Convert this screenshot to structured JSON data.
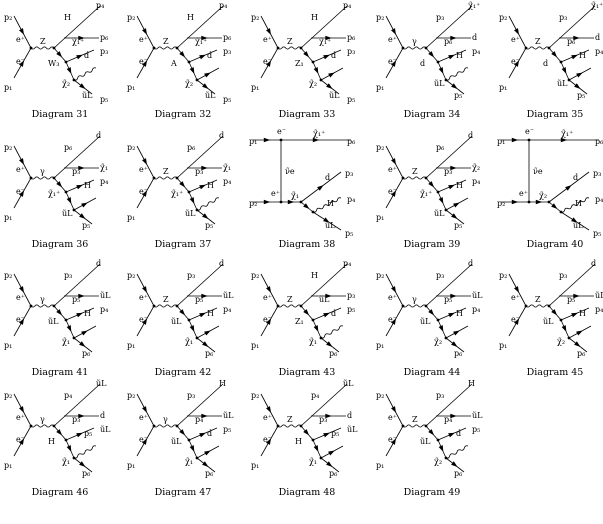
{
  "diagrams": [
    {
      "caption": "Diagram 31",
      "labels": [
        "p₂",
        "e⁺",
        "e⁻",
        "p₁",
        "Z",
        "W₃",
        "H",
        "p₄",
        "χ̃₁⁺",
        "p₆",
        "d",
        "p₃",
        "χ̃₂",
        "ũL",
        "p₅"
      ]
    },
    {
      "caption": "Diagram 32",
      "labels": [
        "p₂",
        "e⁺",
        "e⁻",
        "p₁",
        "Z",
        "A",
        "H",
        "p₄",
        "χ̃₁⁺",
        "p₆",
        "d",
        "p₃",
        "χ̃₂",
        "ũL",
        "p₅"
      ]
    },
    {
      "caption": "Diagram 33",
      "labels": [
        "p₂",
        "e⁺",
        "e⁻",
        "p₁",
        "Z",
        "Z₁",
        "H",
        "p₄",
        "χ̃₁⁺",
        "p₆",
        "d",
        "p₃",
        "χ̃₂",
        "ũL",
        "p₅"
      ]
    },
    {
      "caption": "Diagram 34",
      "labels": [
        "p₂",
        "e⁺",
        "e⁻",
        "p₁",
        "γ",
        "d",
        "p₃",
        "χ̃₁⁺",
        "p₆",
        "d",
        "H",
        "p₄",
        "ũL",
        "p₅"
      ]
    },
    {
      "caption": "Diagram 35",
      "labels": [
        "p₂",
        "e⁺",
        "e⁻",
        "p₁",
        "Z",
        "d",
        "p₃",
        "χ̃₁⁺",
        "p₆",
        "d",
        "H",
        "p₄",
        "ũL",
        "p₅"
      ]
    },
    {
      "caption": "Diagram 36",
      "labels": [
        "p₂",
        "e⁺",
        "e⁻",
        "p₁",
        "γ",
        "χ̃₁⁺",
        "p₆",
        "d",
        "p₃",
        "χ̃₁",
        "H",
        "p₄",
        "ũL",
        "p₅"
      ]
    },
    {
      "caption": "Diagram 37",
      "labels": [
        "p₂",
        "e⁺",
        "e⁻",
        "p₁",
        "Z",
        "χ̃₁⁺",
        "p₆",
        "d",
        "p₃",
        "χ̃₁",
        "H",
        "p₄",
        "ũL",
        "p₅"
      ]
    },
    {
      "caption": "Diagram 38",
      "labels": [
        "e⁻",
        "χ̃₁⁺",
        "p₁",
        "p₆",
        "ν̃e",
        "e⁺",
        "d",
        "p₃",
        "p₂",
        "χ̃₁",
        "H",
        "p₄",
        "ũL",
        "p₅"
      ]
    },
    {
      "caption": "Diagram 39",
      "labels": [
        "p₂",
        "e⁺",
        "e⁻",
        "p₁",
        "Z",
        "χ̃₁⁺",
        "p₆",
        "d",
        "p₃",
        "χ̃₂",
        "H",
        "p₄",
        "ũL",
        "p₅"
      ]
    },
    {
      "caption": "Diagram 40",
      "labels": [
        "e⁻",
        "χ̃₁⁺",
        "p₁",
        "p₆",
        "ν̃e",
        "e⁺",
        "d",
        "p₃",
        "p₂",
        "χ̃₂",
        "H",
        "p₄",
        "ũL",
        "p₅"
      ]
    },
    {
      "caption": "Diagram 41",
      "labels": [
        "p₂",
        "e⁺",
        "e⁻",
        "p₁",
        "γ",
        "ũL",
        "p₃",
        "d",
        "p₅",
        "ũL",
        "H",
        "p₄",
        "χ̃₁",
        "p₆"
      ]
    },
    {
      "caption": "Diagram 42",
      "labels": [
        "p₂",
        "e⁺",
        "e⁻",
        "p₁",
        "Z",
        "ũL",
        "p₃",
        "d",
        "p₅",
        "ũL",
        "H",
        "p₄",
        "χ̃₁",
        "p₆"
      ]
    },
    {
      "caption": "Diagram 43",
      "labels": [
        "p₂",
        "e⁺",
        "e⁻",
        "p₁",
        "Z",
        "Z₁",
        "H",
        "p₄",
        "ũL",
        "p₃",
        "d",
        "p₅",
        "χ̃₁",
        "p₆"
      ]
    },
    {
      "caption": "Diagram 44",
      "labels": [
        "p₂",
        "e⁺",
        "e⁻",
        "p₁",
        "γ",
        "ũL",
        "p₃",
        "d",
        "p₅",
        "ũL",
        "H",
        "p₄",
        "χ̃₂",
        "p₆"
      ]
    },
    {
      "caption": "Diagram 45",
      "labels": [
        "p₂",
        "e⁺",
        "e⁻",
        "p₁",
        "Z",
        "ũL",
        "p₃",
        "d",
        "p₅",
        "ũL",
        "H",
        "p₄",
        "χ̃₂",
        "p₆"
      ]
    },
    {
      "caption": "Diagram 46",
      "labels": [
        "p₂",
        "e⁺",
        "e⁻",
        "p₁",
        "γ",
        "H",
        "p₄",
        "ũL",
        "p₃",
        "d",
        "p₅",
        "ũL",
        "χ̃₁",
        "p₆"
      ]
    },
    {
      "caption": "Diagram 47",
      "labels": [
        "p₂",
        "e⁺",
        "e⁻",
        "p₁",
        "γ",
        "ũL",
        "p₃",
        "H",
        "p₄",
        "ũL",
        "d",
        "p₅",
        "χ̃₁",
        "p₆"
      ]
    },
    {
      "caption": "Diagram 48",
      "labels": [
        "p₂",
        "e⁺",
        "e⁻",
        "p₁",
        "Z",
        "H",
        "p₄",
        "ũL",
        "p₃",
        "d",
        "p₅",
        "ũL",
        "χ̃₁",
        "p₆"
      ]
    },
    {
      "caption": "Diagram 49",
      "labels": [
        "p₂",
        "e⁺",
        "e⁻",
        "p₁",
        "Z",
        "ũL",
        "p₃",
        "H",
        "p₄",
        "ũL",
        "d",
        "p₅",
        "χ̃₂",
        "p₆"
      ]
    }
  ]
}
